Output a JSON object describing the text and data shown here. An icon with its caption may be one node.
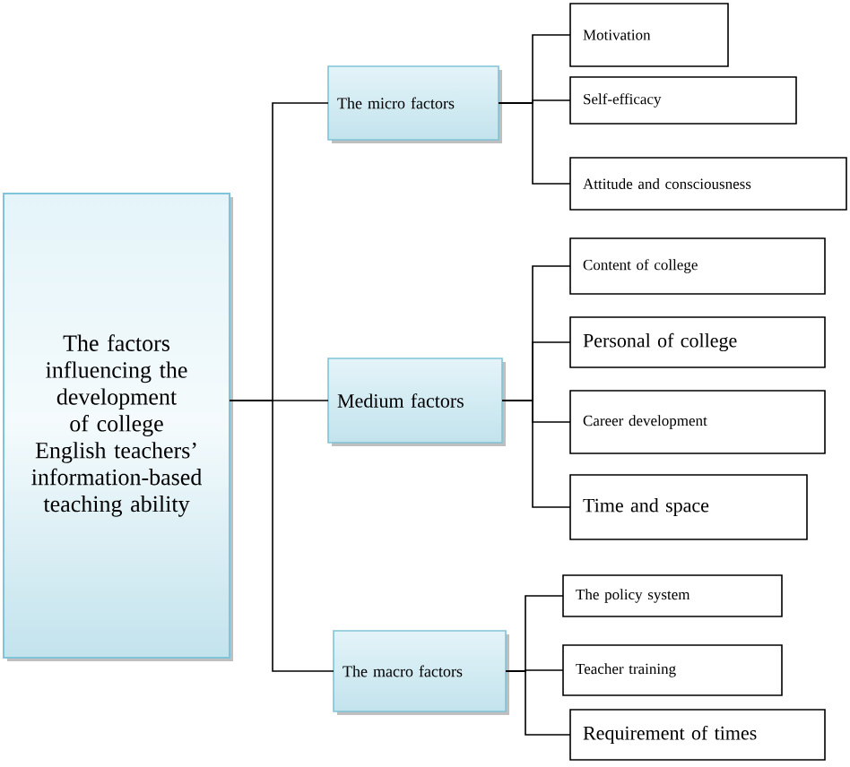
{
  "diagram": {
    "nodes": [
      {
        "text": [
          "The factors influencing the development of college English teachers’ information-based teaching ability"
        ]
      },
      {
        "text": [
          "The micro factors"
        ]
      },
      {
        "text": [
          "Medium factors"
        ]
      },
      {
        "text": [
          "The macro factors"
        ]
      },
      {
        "text": [
          "Motivation"
        ]
      },
      {
        "text": [
          "Self-efficacy"
        ]
      },
      {
        "text": [
          "Attitude and consciousness"
        ]
      },
      {
        "text": [
          "Content of college"
        ]
      },
      {
        "text": [
          "Personal of college"
        ]
      },
      {
        "text": [
          "Career development"
        ]
      },
      {
        "text": [
          "Time and space"
        ]
      },
      {
        "text": [
          "The policy system"
        ]
      },
      {
        "text": [
          "Teacher training"
        ]
      },
      {
        "text": [
          "Requirement of times"
        ]
      }
    ],
    "edges": [
      {
        "from": 0,
        "to": 1,
        "arrow": "none"
      },
      {
        "from": 0,
        "to": 2,
        "arrow": "none"
      },
      {
        "from": 0,
        "to": 3,
        "arrow": "none"
      },
      {
        "from": 1,
        "to": 4,
        "arrow": "none"
      },
      {
        "from": 1,
        "to": 5,
        "arrow": "none"
      },
      {
        "from": 1,
        "to": 6,
        "arrow": "none"
      },
      {
        "from": 2,
        "to": 7,
        "arrow": "none"
      },
      {
        "from": 2,
        "to": 8,
        "arrow": "none"
      },
      {
        "from": 2,
        "to": 9,
        "arrow": "none"
      },
      {
        "from": 2,
        "to": 10,
        "arrow": "none"
      },
      {
        "from": 3,
        "to": 11,
        "arrow": "none"
      },
      {
        "from": 3,
        "to": 12,
        "arrow": "none"
      },
      {
        "from": 3,
        "to": 13,
        "arrow": "none"
      }
    ]
  }
}
